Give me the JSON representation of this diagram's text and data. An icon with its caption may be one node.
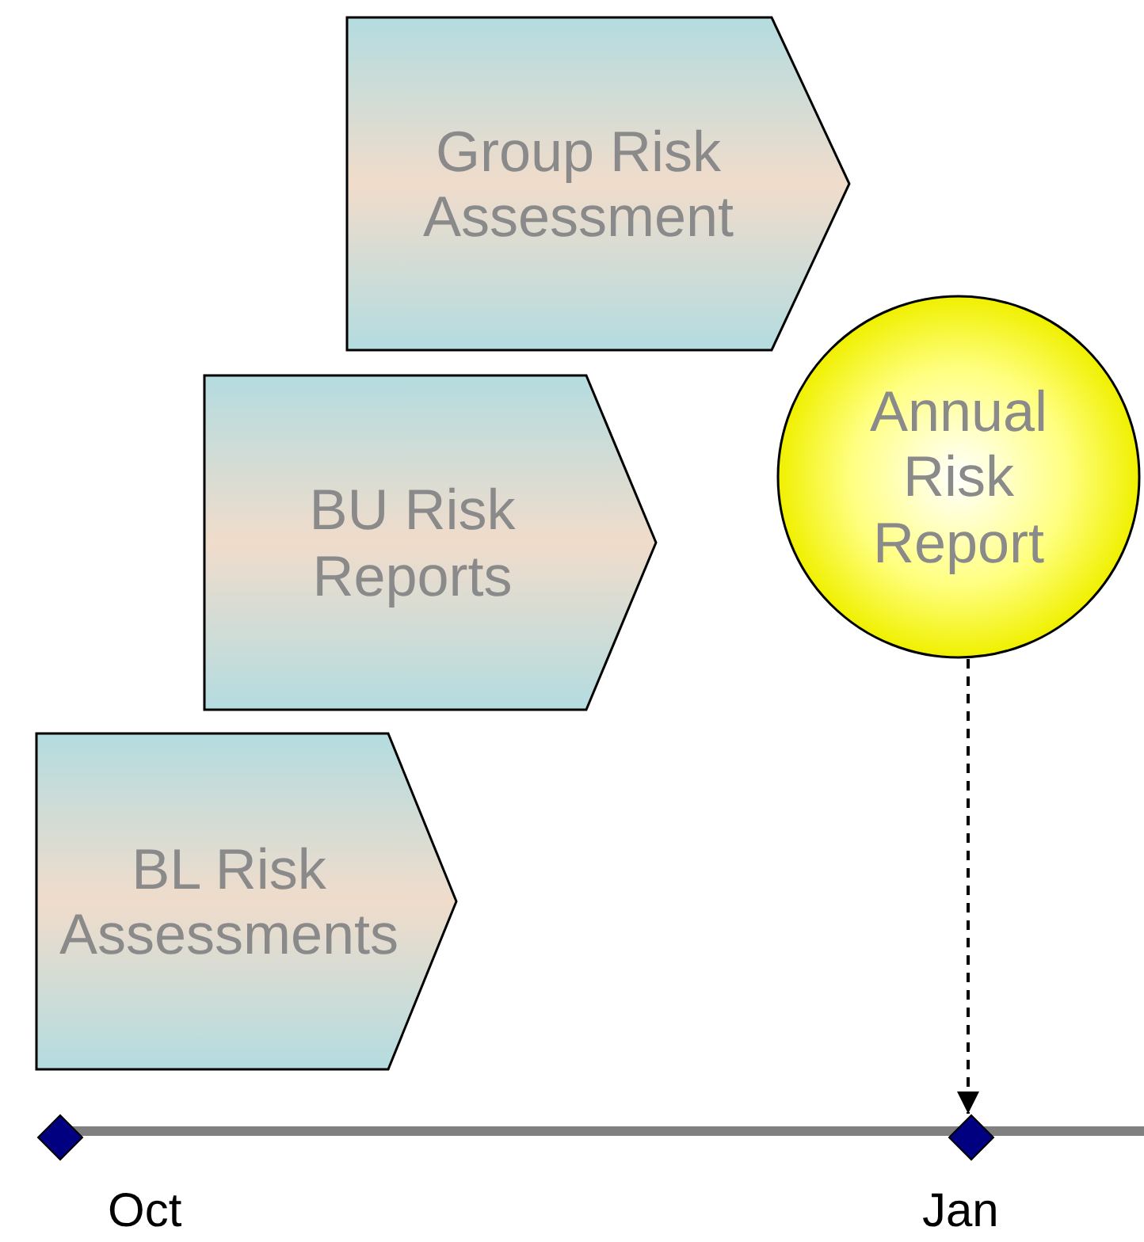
{
  "diagram": {
    "nodes": [
      {
        "text": [
          "Group Risk Assessment"
        ]
      },
      {
        "text": [
          "BU Risk Reports"
        ]
      },
      {
        "text": [
          "BL Risk Assessments"
        ]
      },
      {
        "text": [
          "Annual Risk Report"
        ]
      },
      {
        "text": [],
        "shape": "diamond",
        "beside": [
          "Oct"
        ]
      },
      {
        "text": [],
        "shape": "diamond",
        "beside": [
          "Jan"
        ]
      }
    ],
    "edges": [
      {
        "from": 3,
        "to": 5,
        "arrow": "to",
        "style": "dashed"
      }
    ]
  }
}
